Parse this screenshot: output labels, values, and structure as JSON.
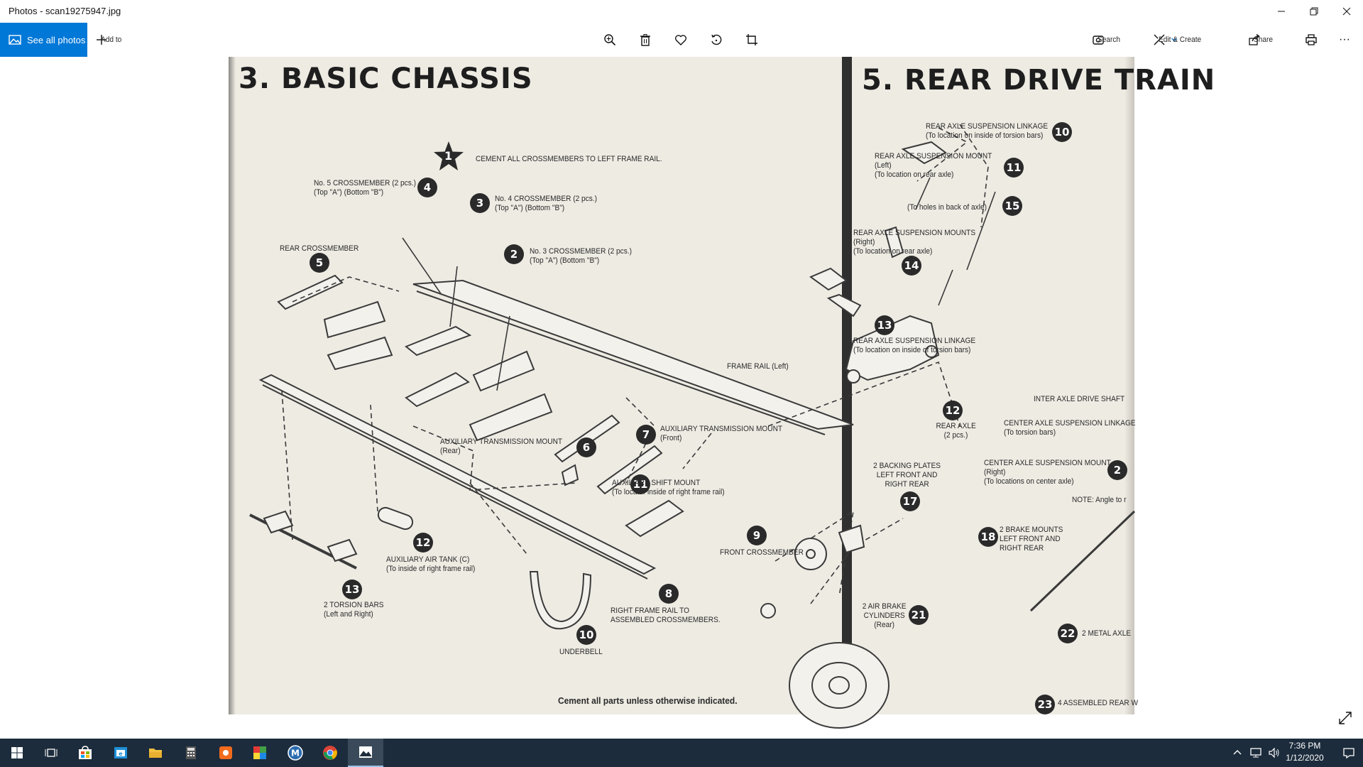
{
  "window": {
    "title": "Photos - scan19275947.jpg",
    "controls": [
      "minimize-icon",
      "restore-icon",
      "close-icon"
    ]
  },
  "toolbar": {
    "see_all": "See all photos",
    "add_to": "Add to",
    "center_icons": [
      "zoom-in-icon",
      "delete-icon",
      "favorite-icon",
      "rotate-icon",
      "crop-icon"
    ],
    "search": "Search",
    "edit_create": "Edit & Create",
    "share": "Share",
    "more": "···"
  },
  "scan": {
    "left_title": "3. BASIC CHASSIS",
    "right_title": "5. REAR DRIVE TRAIN",
    "step1": "CEMENT ALL CROSSMEMBERS TO LEFT FRAME RAIL.",
    "footer_note": "Cement all parts unless otherwise indicated.",
    "left_callouts": [
      {
        "num": "1",
        "text": ""
      },
      {
        "num": "4",
        "text": "No. 5 CROSSMEMBER (2 pcs.)\n(Top \"A\") (Bottom \"B\")"
      },
      {
        "num": "3",
        "text": "No. 4 CROSSMEMBER (2 pcs.)\n(Top \"A\") (Bottom \"B\")"
      },
      {
        "num": "2",
        "text": "No. 3 CROSSMEMBER (2 pcs.)\n(Top \"A\") (Bottom \"B\")"
      },
      {
        "num": "5",
        "text": "REAR CROSSMEMBER"
      },
      {
        "num": "6",
        "text": "AUXILIARY TRANSMISSION MOUNT\n(Rear)"
      },
      {
        "num": "7",
        "text": "AUXILIARY TRANSMISSION MOUNT\n(Front)"
      },
      {
        "num": "11",
        "text": "AUXILIARY SHIFT MOUNT\n(To locator inside of right frame rail)"
      },
      {
        "num": "9",
        "text": "FRONT CROSSMEMBER"
      },
      {
        "num": "12",
        "text": "AUXILIARY AIR TANK (C)\n(To inside of right frame rail)"
      },
      {
        "num": "13",
        "text": "2 TORSION BARS\n(Left and Right)"
      },
      {
        "num": "8",
        "text": "RIGHT FRAME RAIL TO\nASSEMBLED CROSSMEMBERS."
      },
      {
        "num": "10",
        "text": "UNDERBELL"
      },
      {
        "num": "",
        "text": "FRAME RAIL (Left)"
      }
    ],
    "right_callouts": [
      {
        "num": "10",
        "text": "REAR AXLE SUSPENSION LINKAGE\n(To location on inside of torsion bars)"
      },
      {
        "num": "11",
        "text": "REAR AXLE SUSPENSION MOUNT\n(Left)\n(To location on rear axle)"
      },
      {
        "num": "15",
        "text": "(To holes in back of axle)"
      },
      {
        "num": "14",
        "text": "REAR AXLE SUSPENSION MOUNTS\n(Right)\n(To location on rear axle)"
      },
      {
        "num": "13",
        "text": "REAR AXLE SUSPENSION LINKAGE\n(To location on inside of torsion bars)"
      },
      {
        "num": "12",
        "text": "REAR AXLE\n(2 pcs.)"
      },
      {
        "num": "",
        "text": "INTER AXLE DRIVE SHAFT"
      },
      {
        "num": "",
        "text": "CENTER AXLE SUSPENSION LINKAGE\n(To torsion bars)"
      },
      {
        "num": "2",
        "text": "CENTER AXLE SUSPENSION MOUNT\n(Right)\n(To locations on center axle)"
      },
      {
        "num": "",
        "text": "NOTE: Angle to r"
      },
      {
        "num": "17",
        "text": "2 BACKING PLATES\nLEFT FRONT AND\nRIGHT REAR"
      },
      {
        "num": "18",
        "text": "2 BRAKE MOUNTS\nLEFT FRONT AND\nRIGHT REAR"
      },
      {
        "num": "21",
        "text": "2 AIR BRAKE\nCYLINDERS\n(Rear)"
      },
      {
        "num": "22",
        "text": "2 METAL AXLE"
      },
      {
        "num": "23",
        "text": "4 ASSEMBLED REAR W"
      }
    ]
  },
  "taskbar": {
    "apps": [
      "windows-start-icon",
      "task-view-icon",
      "store-icon",
      "explorer-app-icon",
      "file-explorer-icon",
      "calculator-icon",
      "app-orange-icon",
      "app-colorful-icon",
      "app-m-icon",
      "chrome-icon",
      "photos-icon"
    ],
    "clock_time": "7:36 PM",
    "clock_date": "1/12/2020"
  },
  "colors": {
    "accent": "#0078d7",
    "taskbar": "#1c2c3c",
    "paper": "#eeebe3"
  }
}
